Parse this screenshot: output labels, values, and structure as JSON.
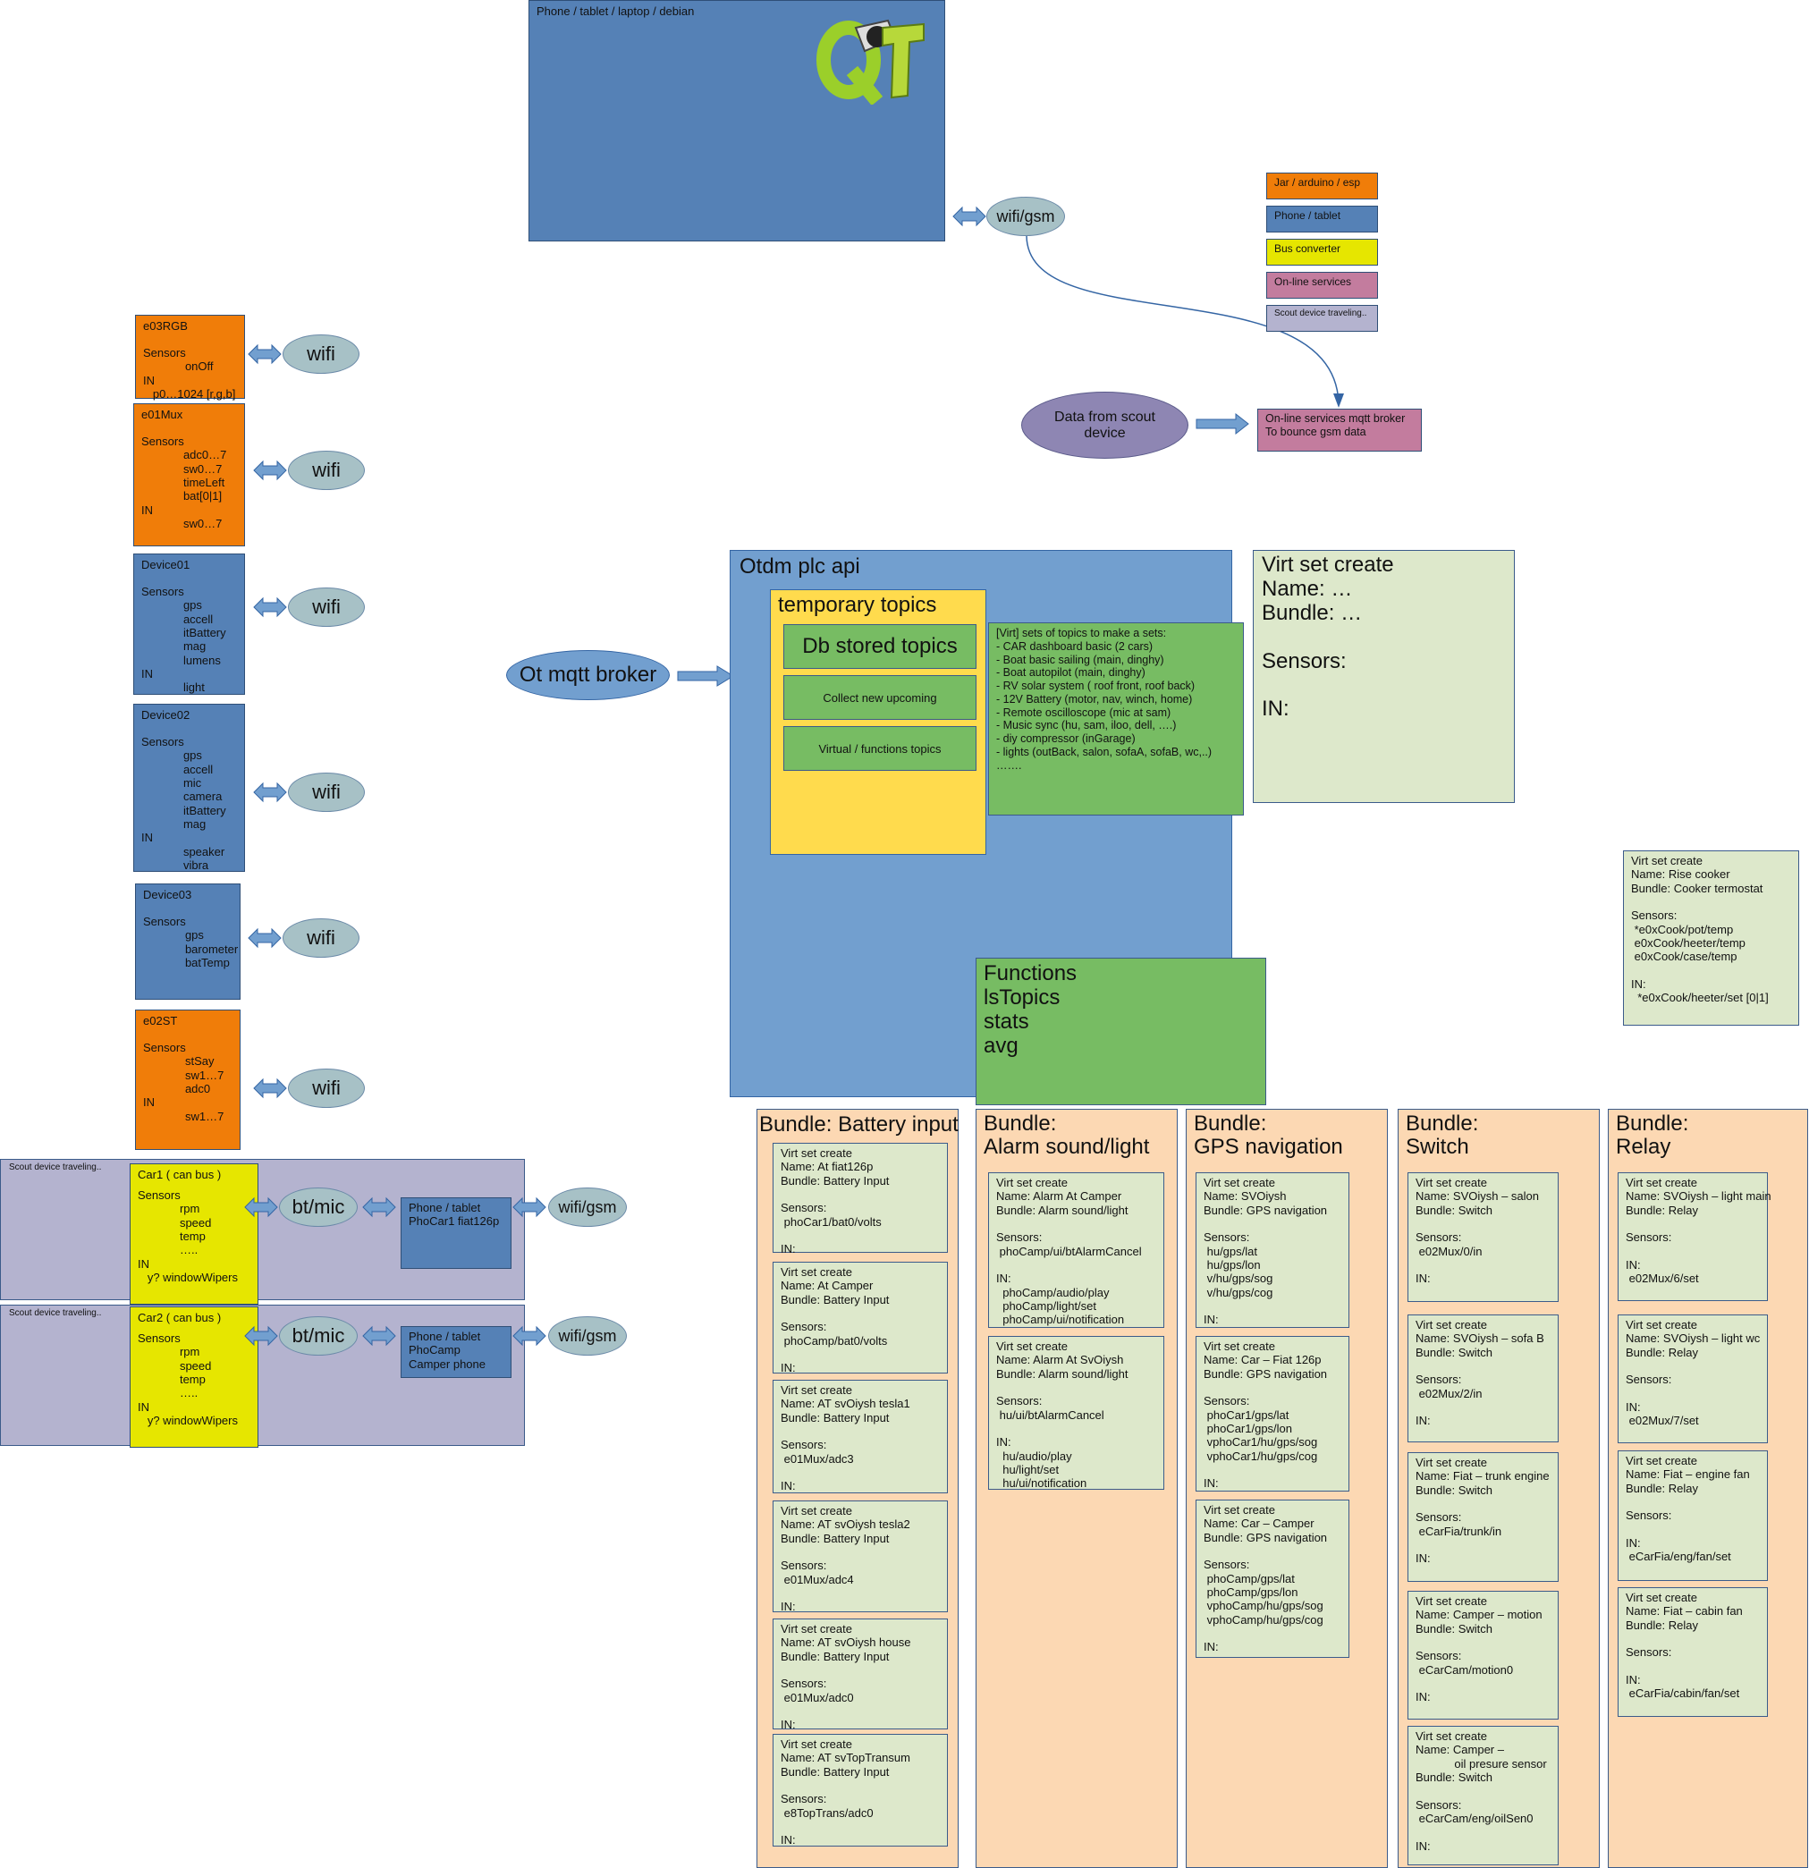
{
  "phone_box": {
    "label": "Phone / tablet / laptop / debian"
  },
  "wifi_gsm_top": "wifi/gsm",
  "legend": {
    "items": [
      {
        "label": "Jar / arduino / esp",
        "color": "#f07d09"
      },
      {
        "label": "Phone / tablet",
        "color": "#5581b6"
      },
      {
        "label": "Bus converter",
        "color": "#e6e600"
      },
      {
        "label": "On-line services",
        "color": "#c37c9e"
      },
      {
        "label": "Scout device traveling..",
        "color": "#b4b3cf"
      }
    ]
  },
  "scout_data": "Data from scout device",
  "broker_box": "On-line services mqtt broker\nTo bounce gsm data",
  "devices": [
    {
      "name": "e03RGB",
      "body": "Sensors\n             onOff\nIN\n   p0…1024 [r,g,b]",
      "link": "wifi"
    },
    {
      "name": "e01Mux",
      "body": "Sensors\n             adc0…7\n             sw0…7\n             timeLeft\n             bat[0|1]\nIN\n             sw0…7",
      "link": "wifi"
    },
    {
      "name": "Device01",
      "body": "Sensors\n             gps\n             accell\n             itBattery\n             mag\n             lumens\nIN\n             light",
      "link": "wifi"
    },
    {
      "name": "Device02",
      "body": "Sensors\n             gps\n             accell\n             mic\n             camera\n             itBattery\n             mag\nIN\n             speaker\n             vibra",
      "link": "wifi"
    },
    {
      "name": "Device03",
      "body": "Sensors\n             gps\n             barometer\n             batTemp",
      "link": "wifi"
    },
    {
      "name": "e02ST",
      "body": "Sensors\n             stSay\n             sw1…7\n             adc0\nIN\n             sw1…7",
      "link": "wifi"
    }
  ],
  "scouts": [
    {
      "label": "Scout device traveling..",
      "car_title": "Car1 ( can bus )",
      "car_body": "Sensors\n             rpm\n             speed\n             temp\n             …..\nIN\n   y? windowWipers",
      "bt": "bt/mic",
      "phone": "Phone / tablet\nPhoCar1 fiat126p",
      "gsm": "wifi/gsm"
    },
    {
      "label": "Scout device traveling..",
      "car_title": "Car2 ( can bus )",
      "car_body": "Sensors\n             rpm\n             speed\n             temp\n             …..\nIN\n   y? windowWipers",
      "bt": "bt/mic",
      "phone": "Phone / tablet\nPhoCamp\nCamper phone",
      "gsm": "wifi/gsm"
    }
  ],
  "ot_broker": "Ot mqtt broker",
  "api": {
    "title": "Otdm plc api",
    "temp_title": "temporary topics",
    "db": "Db stored topics",
    "collect": "Collect new upcoming",
    "virtual": "Virtual / functions topics",
    "sets": "[Virt] sets of topics to make a sets:\n- CAR dashboard basic (2 cars)\n- Boat basic sailing (main, dinghy)\n- Boat autopilot (main, dinghy)\n- RV solar system ( roof front, roof back)\n- 12V Battery (motor, nav, winch, home)\n- Remote oscilloscope (mic at sam)\n- Music sync (hu, sam, iloo, dell, ….)\n- diy compressor (inGarage)\n- lights (outBack, salon, sofaA, sofaB, wc,..)\n…….",
    "functions": "Functions\nlsTopics\nstats\navg"
  },
  "virt_template": "Virt set create\nName: …\nBundle: …\n\nSensors:\n\nIN:",
  "rise_cooker": "Virt set create\nName: Rise cooker\nBundle: Cooker termostat\n\nSensors:\n *e0xCook/pot/temp\n e0xCook/heeter/temp\n e0xCook/case/temp\n\nIN:\n  *e0xCook/heeter/set [0|1]",
  "bundles": [
    {
      "title": "Bundle: Battery input",
      "cards": [
        "Virt set create\nName: At fiat126p\nBundle: Battery Input\n\nSensors:\n phoCar1/bat0/volts\n\nIN:",
        "Virt set create\nName: At Camper\nBundle: Battery Input\n\nSensors:\n phoCamp/bat0/volts\n\nIN:",
        "Virt set create\nName: AT svOiysh tesla1\nBundle: Battery Input\n\nSensors:\n e01Mux/adc3\n\nIN:",
        "Virt set create\nName: AT svOiysh tesla2\nBundle: Battery Input\n\nSensors:\n e01Mux/adc4\n\nIN:",
        "Virt set create\nName: AT svOiysh house\nBundle: Battery Input\n\nSensors:\n e01Mux/adc0\n\nIN:",
        "Virt set create\nName: AT svTopTransum\nBundle: Battery Input\n\nSensors:\n e8TopTrans/adc0\n\nIN:"
      ]
    },
    {
      "title": "Bundle:\nAlarm sound/light",
      "cards": [
        "Virt set create\nName: Alarm At Camper\nBundle: Alarm sound/light\n\nSensors:\n phoCamp/ui/btAlarmCancel\n\nIN:\n  phoCamp/audio/play\n  phoCamp/light/set\n  phoCamp/ui/notification",
        "Virt set create\nName: Alarm At SvOiysh\nBundle: Alarm sound/light\n\nSensors:\n hu/ui/btAlarmCancel\n\nIN:\n  hu/audio/play\n  hu/light/set\n  hu/ui/notification"
      ]
    },
    {
      "title": "Bundle:\nGPS navigation",
      "cards": [
        "Virt set create\nName: SVOiysh\nBundle: GPS navigation\n\nSensors:\n hu/gps/lat\n hu/gps/lon\n v/hu/gps/sog\n v/hu/gps/cog\n\nIN:",
        "Virt set create\nName: Car – Fiat 126p\nBundle: GPS navigation\n\nSensors:\n phoCar1/gps/lat\n phoCar1/gps/lon\n vphoCar1/hu/gps/sog\n vphoCar1/hu/gps/cog\n\nIN:",
        "Virt set create\nName: Car – Camper\nBundle: GPS navigation\n\nSensors:\n phoCamp/gps/lat\n phoCamp/gps/lon\n vphoCamp/hu/gps/sog\n vphoCamp/hu/gps/cog\n\nIN:"
      ]
    },
    {
      "title": "Bundle:\nSwitch",
      "cards": [
        "Virt set create\nName: SVOiysh – salon\nBundle: Switch\n\nSensors:\n e02Mux/0/in\n\nIN:",
        "Virt set create\nName: SVOiysh – sofa B\nBundle: Switch\n\nSensors:\n e02Mux/2/in\n\nIN:",
        "Virt set create\nName: Fiat – trunk engine\nBundle: Switch\n\nSensors:\n eCarFia/trunk/in\n\nIN:",
        "Virt set create\nName: Camper – motion\nBundle: Switch\n\nSensors:\n eCarCam/motion0\n\nIN:",
        "Virt set create\nName: Camper –\n            oil presure sensor\nBundle: Switch\n\nSensors:\n eCarCam/eng/oilSen0\n\nIN:"
      ]
    },
    {
      "title": "Bundle:\nRelay",
      "cards": [
        "Virt set create\nName: SVOiysh – light main\nBundle: Relay\n\nSensors:\n\nIN:\n e02Mux/6/set",
        "Virt set create\nName: SVOiysh – light wc\nBundle: Relay\n\nSensors:\n\nIN:\n e02Mux/7/set",
        "Virt set create\nName: Fiat – engine fan\nBundle: Relay\n\nSensors:\n\nIN:\n eCarFia/eng/fan/set",
        "Virt set create\nName: Fiat – cabin fan\nBundle: Relay\n\nSensors:\n\nIN:\n eCarFia/cabin/fan/set"
      ]
    }
  ]
}
